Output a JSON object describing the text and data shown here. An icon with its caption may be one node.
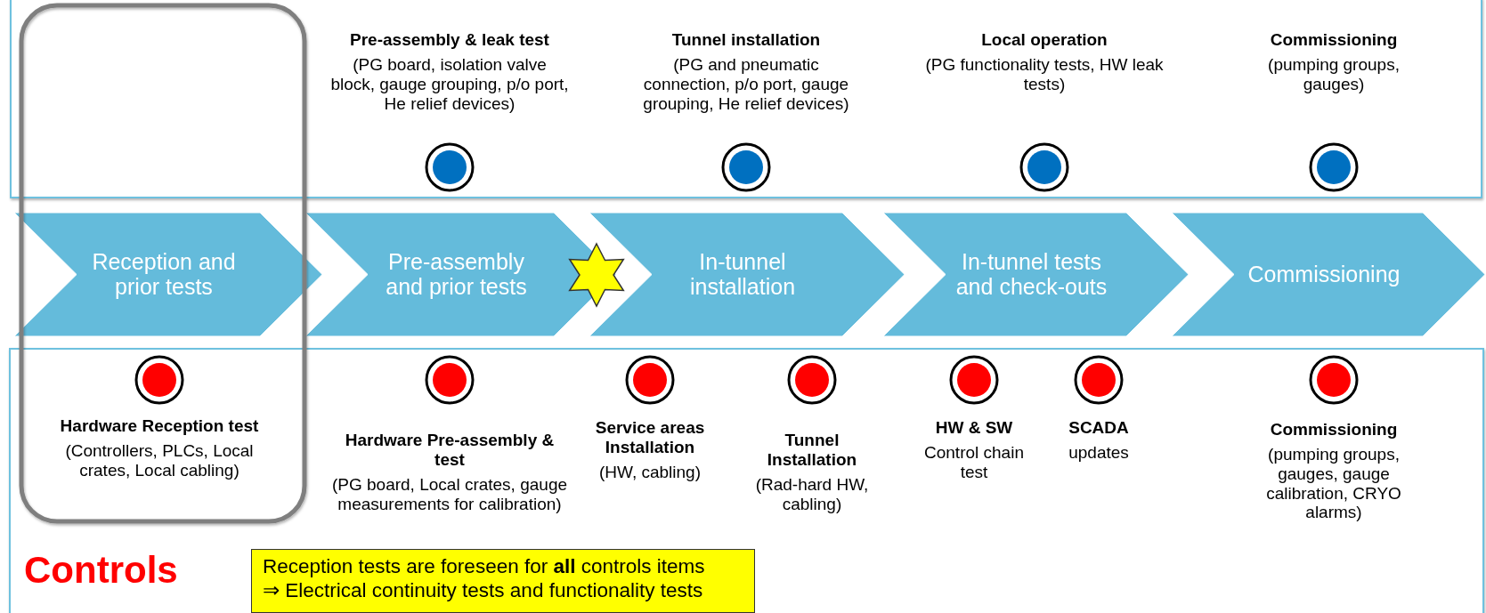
{
  "diagram": {
    "nodes": [
      {
        "text": [
          "Reception and prior tests"
        ]
      },
      {
        "text": [
          "Pre-assembly and prior tests"
        ]
      },
      {
        "text": [
          "In-tunnel installation"
        ]
      },
      {
        "text": [
          "In-tunnel tests and check-outs"
        ]
      },
      {
        "text": [
          "Commissioning"
        ]
      },
      {
        "text": [
          "Pre-assembly & leak test",
          "(PG board, isolation valve block, gauge grouping, p/o port, He relief devices)"
        ]
      },
      {
        "text": [
          "Tunnel installation",
          "(PG and pneumatic connection, p/o port, gauge grouping, He relief devices)"
        ]
      },
      {
        "text": [
          "Local operation",
          "(PG functionality tests, HW leak tests)"
        ]
      },
      {
        "text": [
          "Commissioning",
          "(pumping groups, gauges)"
        ]
      },
      {
        "text": [
          "Hardware Reception test",
          "(Controllers, PLCs, Local crates, Local cabling)"
        ]
      },
      {
        "text": [
          "Hardware Pre-assembly & test",
          "(PG board, Local crates, gauge measurements for calibration)"
        ]
      },
      {
        "text": [
          "Service areas Installation",
          "(HW, cabling)"
        ]
      },
      {
        "text": [
          "Tunnel Installation",
          "(Rad-hard HW, cabling)"
        ]
      },
      {
        "text": [
          "HW & SW",
          "Control chain test"
        ]
      },
      {
        "text": [
          "SCADA",
          "updates"
        ]
      },
      {
        "text": [
          "Commissioning",
          "(pumping groups, gauges, gauge calibration, CRYO alarms)"
        ]
      },
      {
        "text": [
          "Reception tests are foreseen for **all** controls items",
          "⇒ Electrical continuity tests and functionality tests"
        ]
      }
    ],
    "labels": [
      "Controls"
    ]
  }
}
